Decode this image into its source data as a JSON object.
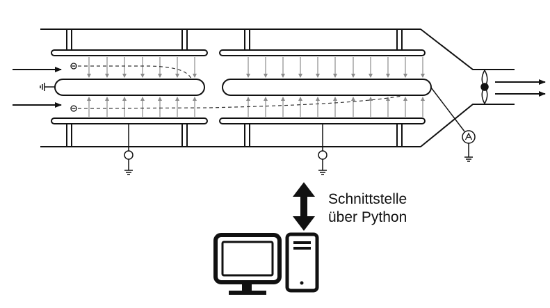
{
  "interface_label": {
    "line1": "Schnittstelle",
    "line2": "über Python"
  },
  "colors": {
    "line": "#111111",
    "field_arrow": "#8c8c8c",
    "background": "#ffffff"
  },
  "icons": [
    "ground-symbol",
    "ammeter-symbol",
    "fan-symbol",
    "monitor-icon",
    "pc-tower-icon",
    "bidirectional-arrow"
  ]
}
